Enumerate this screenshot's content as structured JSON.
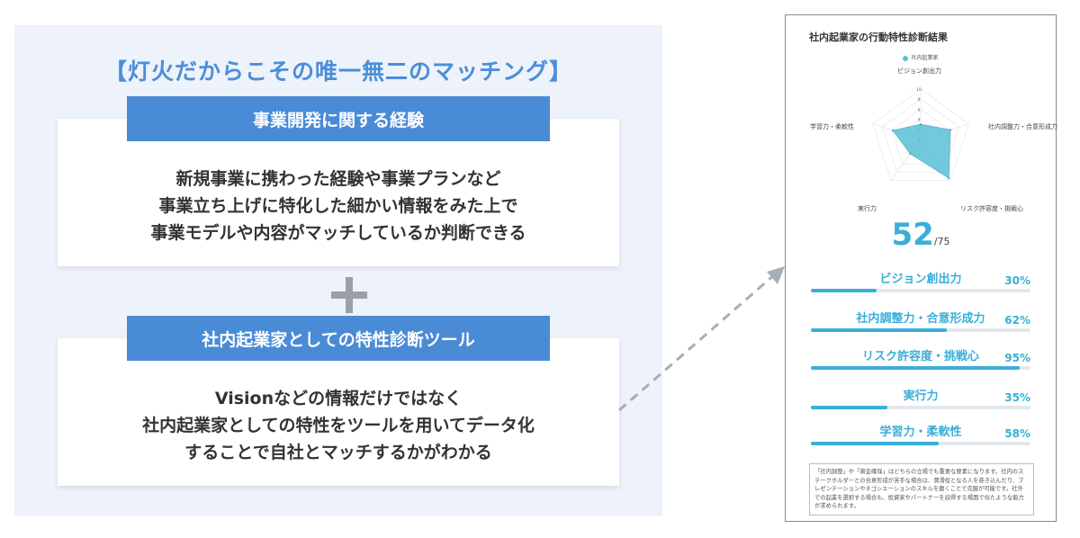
{
  "left": {
    "title": "【灯火だからこその唯一無二のマッチング】",
    "card1": {
      "heading": "事業開発に関する経験",
      "lines": [
        "新規事業に携わった経験や事業プランなど",
        "事業立ち上げに特化した細かい情報をみた上で",
        "事業モデルや内容がマッチしているか判断できる"
      ]
    },
    "card2": {
      "heading": "社内起業家としての特性診断ツール",
      "lines": [
        "Visionなどの情報だけではなく",
        "社内起業家としての特性をツールを用いてデータ化",
        "することで自社とマッチするかがわかる"
      ]
    }
  },
  "right": {
    "title": "社内起業家の行動特性診断結果",
    "legend": "社内起業家",
    "radar": {
      "axes": [
        "ビジョン創出力",
        "社内調整力・合意形成力",
        "リスク許容度・挑戦心",
        "実行力",
        "学習力・柔軟性"
      ],
      "ticks": [
        "10",
        "8",
        "6",
        "4",
        "2",
        "0"
      ],
      "values": [
        3,
        6.2,
        9.5,
        3.5,
        5.8
      ],
      "max": 10
    },
    "score": {
      "value": "52",
      "total": "/75"
    },
    "bars": [
      {
        "label": "ビジョン創出力",
        "pct_text": "30%",
        "pct": 30
      },
      {
        "label": "社内調整力・合意形成力",
        "pct_text": "62%",
        "pct": 62
      },
      {
        "label": "リスク許容度・挑戦心",
        "pct_text": "95%",
        "pct": 95
      },
      {
        "label": "実行力",
        "pct_text": "35%",
        "pct": 35
      },
      {
        "label": "学習力・柔軟性",
        "pct_text": "58%",
        "pct": 58
      }
    ],
    "note": "「社内調整」や「資金確保」はどちらの立場でも重要な要素になります。社内のステークホルダーとの合意形成が苦手な場合は、潤滑役となる人を巻き込んだり、プレゼンテーションやネゴシエーションのスキルを磨くことで克服が可能です。社外での起業を選択する場合も、投資家やパートナーを説得する場面で似たような能力が求められます。"
  },
  "colors": {
    "accent": "#4a8bd6",
    "teal": "#3aaed8",
    "panel_bg": "#eef2fa"
  }
}
